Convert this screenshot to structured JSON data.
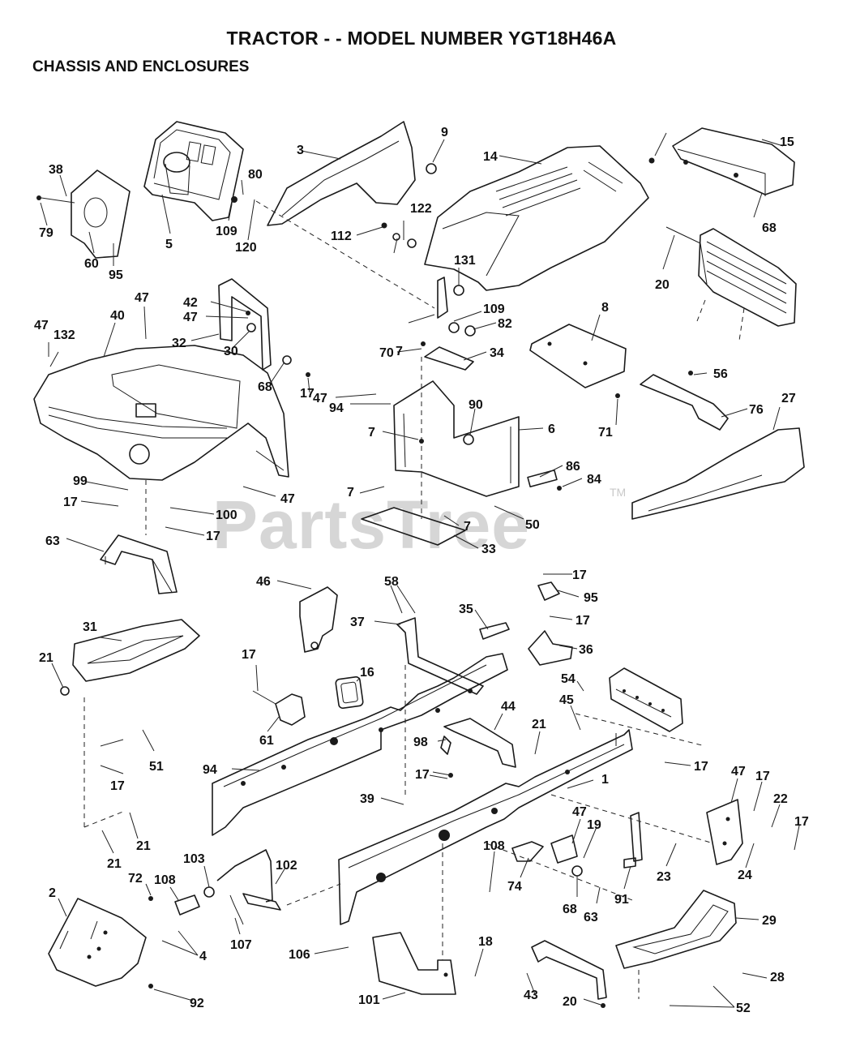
{
  "header": {
    "title": "TRACTOR - - MODEL NUMBER YGT18H46A",
    "section": "CHASSIS AND ENCLOSURES"
  },
  "watermark": {
    "text": "PartsTree",
    "tm": "TM"
  },
  "callouts": [
    "1",
    "2",
    "3",
    "4",
    "5",
    "6",
    "7",
    "7",
    "7",
    "7",
    "8",
    "9",
    "14",
    "15",
    "16",
    "17",
    "17",
    "17",
    "17",
    "17",
    "17",
    "17",
    "17",
    "17",
    "17",
    "17",
    "18",
    "19",
    "20",
    "20",
    "21",
    "21",
    "21",
    "21",
    "22",
    "23",
    "24",
    "27",
    "28",
    "29",
    "30",
    "31",
    "32",
    "33",
    "34",
    "35",
    "36",
    "37",
    "38",
    "39",
    "40",
    "42",
    "43",
    "44",
    "45",
    "46",
    "47",
    "47",
    "47",
    "47",
    "47",
    "47",
    "47",
    "50",
    "51",
    "52",
    "54",
    "56",
    "58",
    "60",
    "61",
    "63",
    "63",
    "68",
    "68",
    "68",
    "70",
    "71",
    "72",
    "74",
    "76",
    "79",
    "80",
    "82",
    "84",
    "86",
    "90",
    "91",
    "92",
    "94",
    "94",
    "95",
    "95",
    "98",
    "99",
    "100",
    "101",
    "102",
    "103",
    "106",
    "107",
    "108",
    "108",
    "109",
    "109",
    "112",
    "120",
    "122",
    "131",
    "132"
  ]
}
